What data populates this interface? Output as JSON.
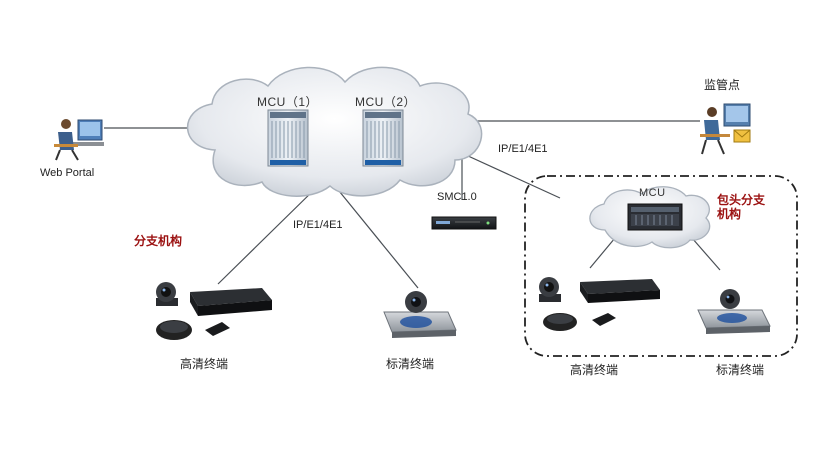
{
  "labels": {
    "mcu1": "MCU（1）",
    "mcu2": "MCU（2）",
    "web_portal": "Web Portal",
    "monitor": "监管点",
    "ip_link_top": "IP/E1/4E1",
    "ip_link_bottom": "IP/E1/4E1",
    "smc": "SMC1.0",
    "branch": "分支机构",
    "mcu_branch": "MCU",
    "cascade_branch": "包头分支机构",
    "hd_terminal_left": "高清终端",
    "sd_terminal_mid": "标清终端",
    "hd_terminal_right": "高清终端",
    "sd_terminal_right": "标清终端"
  },
  "colors": {
    "cloud": "#e9ecf0",
    "cloud_edge": "#b5bcc6",
    "line": "#4a4f55",
    "red_label": "#9b1111"
  },
  "icons": [
    "mcu-rack-icon",
    "computer-user-icon",
    "monitoring-user-icon",
    "server-icon",
    "codec-box-icon",
    "hd-camera-icon",
    "microphone-pod-icon",
    "remote-control-icon",
    "sd-terminal-icon"
  ]
}
